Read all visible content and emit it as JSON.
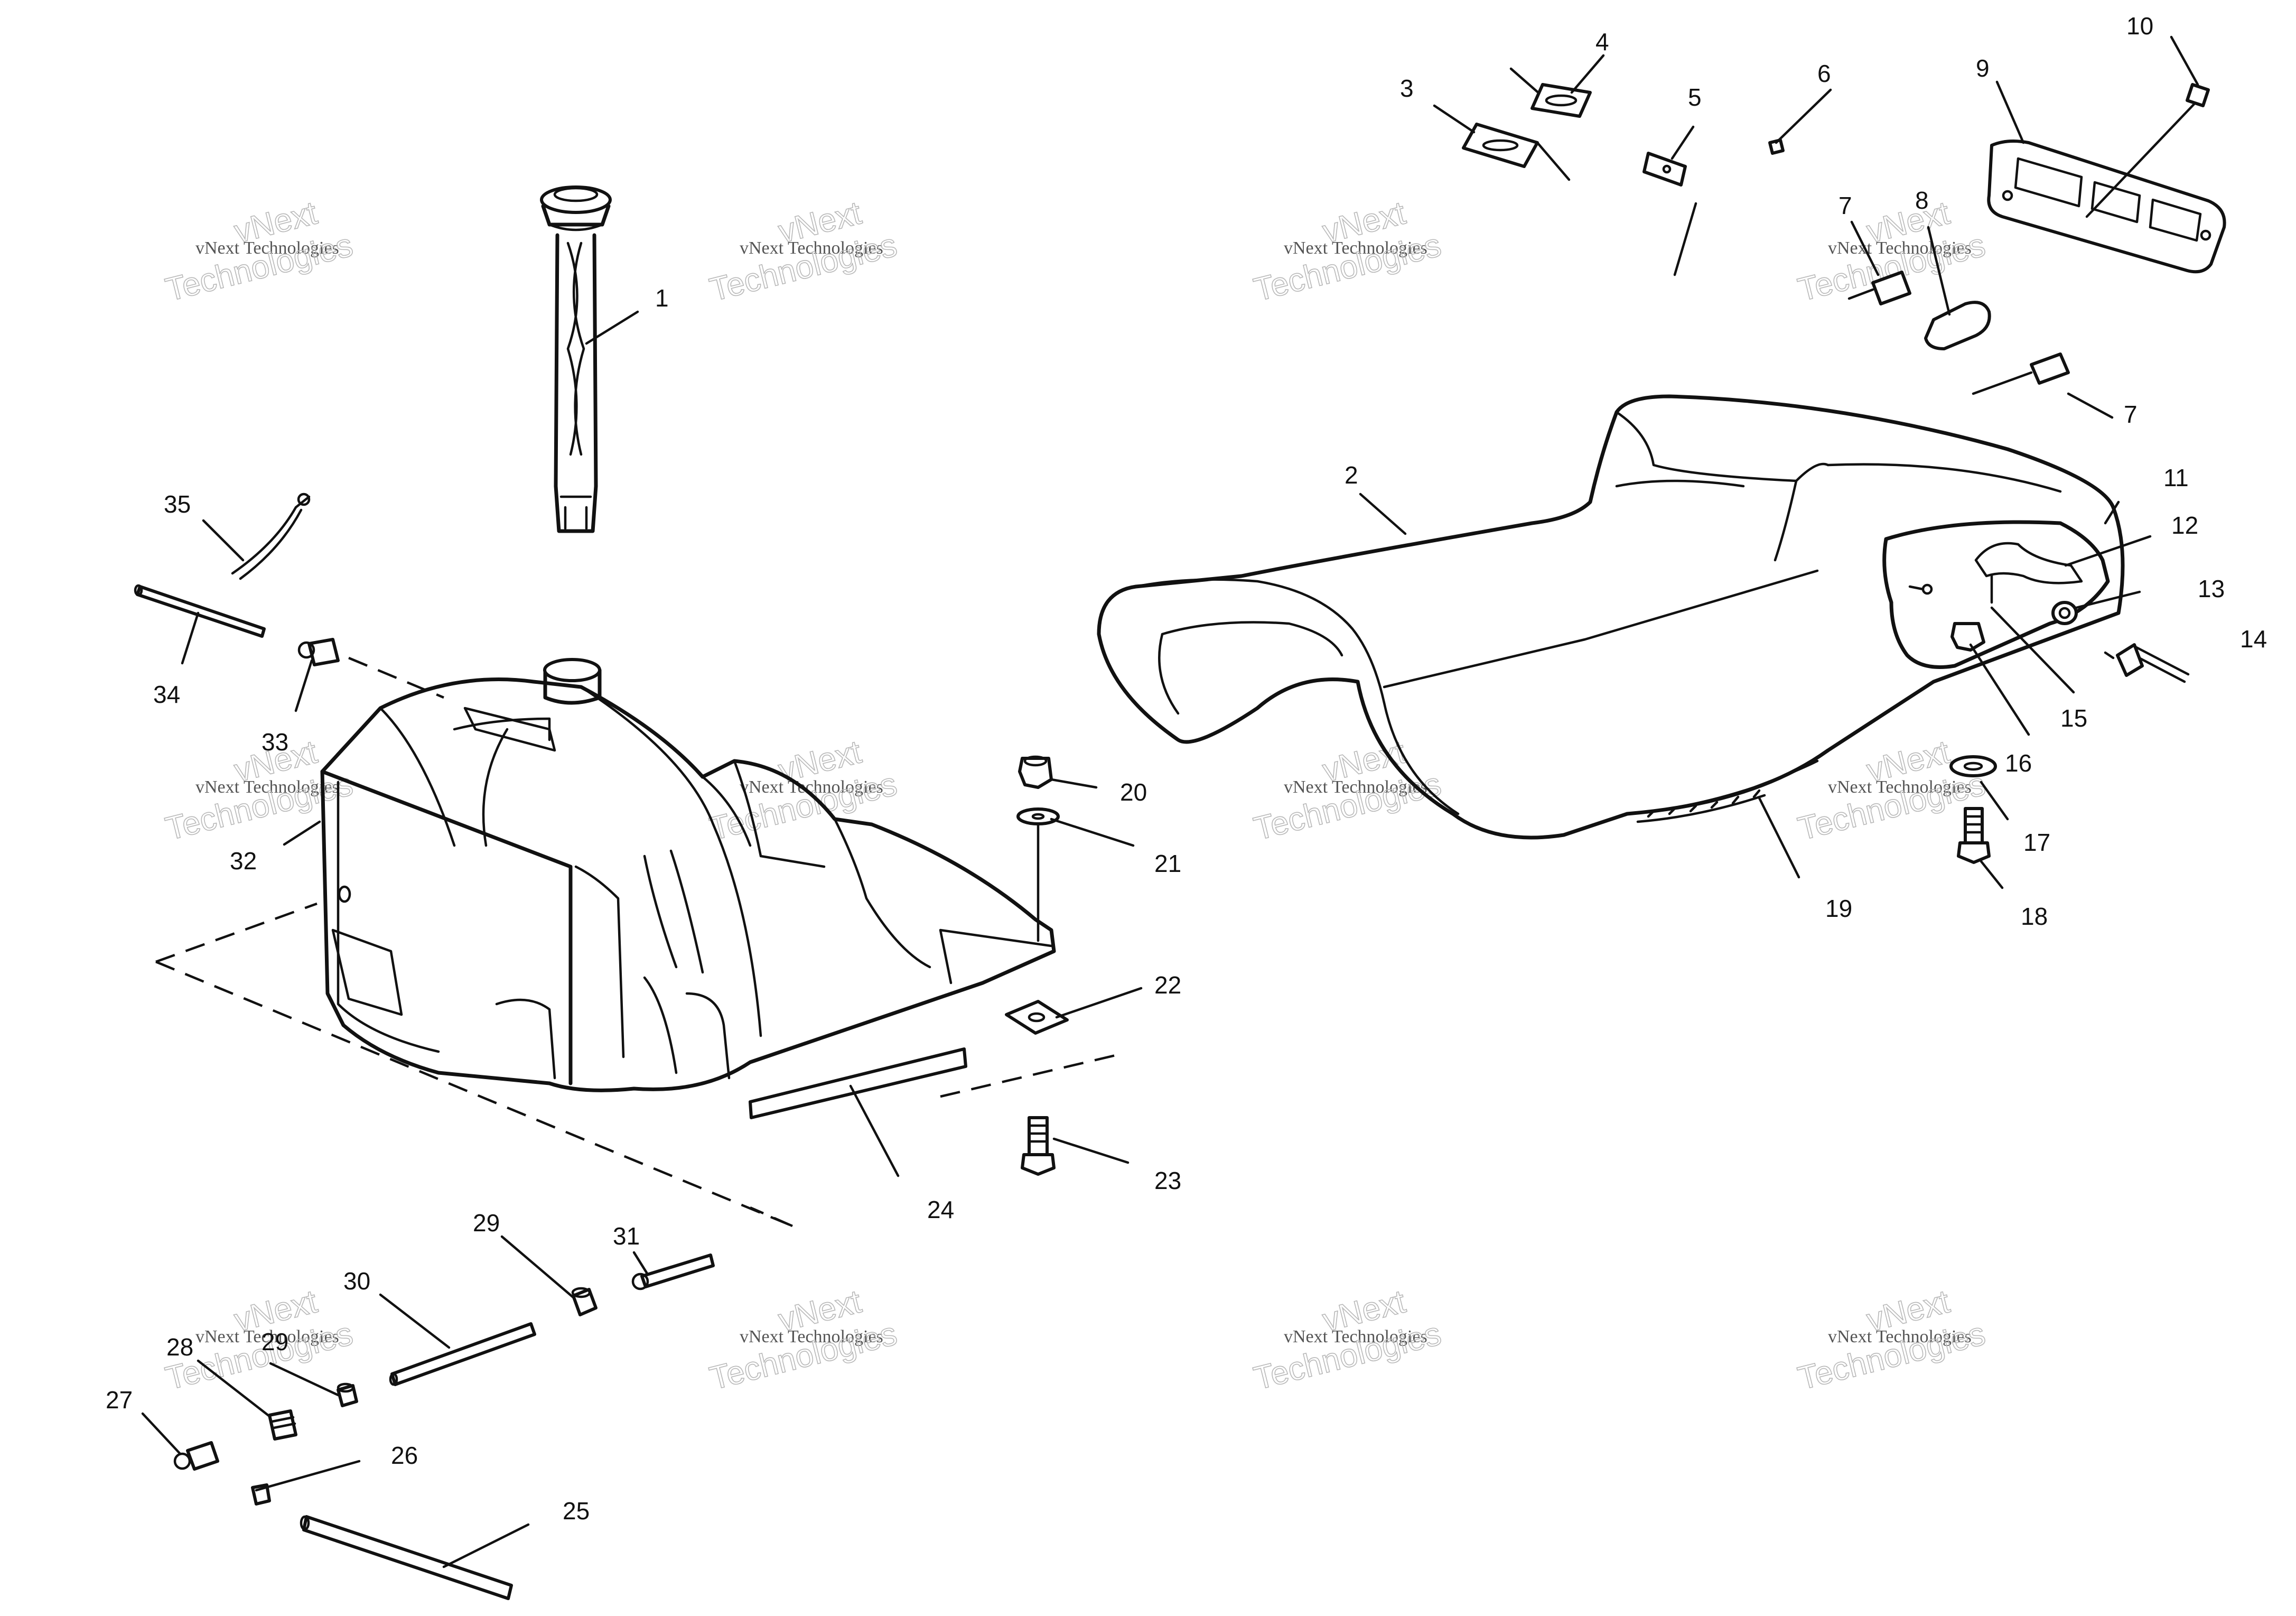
{
  "watermark": {
    "line1": "vNext",
    "line2": "vNext Technologies",
    "line3": "Technologies"
  },
  "callouts": [
    "1",
    "2",
    "3",
    "4",
    "5",
    "6",
    "7",
    "7",
    "8",
    "9",
    "10",
    "11",
    "12",
    "13",
    "14",
    "15",
    "16",
    "17",
    "18",
    "19",
    "20",
    "21",
    "22",
    "23",
    "24",
    "25",
    "26",
    "27",
    "28",
    "29",
    "29",
    "30",
    "31",
    "32",
    "33",
    "34",
    "35"
  ]
}
